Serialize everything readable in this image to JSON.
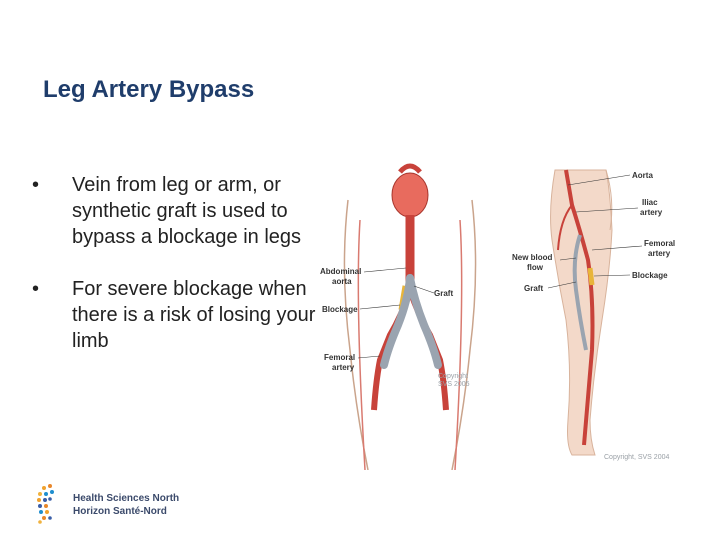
{
  "slide": {
    "title": "Leg Artery Bypass",
    "bullets": [
      "Vein from leg or arm, or synthetic graft is used to bypass a blockage in legs",
      "For severe blockage when there is a risk of losing your limb"
    ],
    "bullet_glyph": "•"
  },
  "illustration_left": {
    "labels": {
      "abdominal_aorta_1": "Abdominal",
      "abdominal_aorta_2": "aorta",
      "graft": "Graft",
      "blockage": "Blockage",
      "femoral_1": "Femoral",
      "femoral_2": "artery",
      "copyright_1": "Copyright",
      "copyright_2": "SVS 2005"
    }
  },
  "illustration_right": {
    "labels": {
      "aorta": "Aorta",
      "iliac_1": "Iliac",
      "iliac_2": "artery",
      "femoral_1": "Femoral",
      "femoral_2": "artery",
      "new_flow_1": "New blood",
      "new_flow_2": "flow",
      "blockage": "Blockage",
      "graft": "Graft",
      "copyright": "Copyright, SVS 2004"
    }
  },
  "logo": {
    "line1": "Health Sciences North",
    "line2": "Horizon Santé-Nord"
  },
  "colors": {
    "title": "#1f3d6b",
    "artery": "#c8423a",
    "graft": "#9aa4b0",
    "skin": "#f3d9c9"
  }
}
